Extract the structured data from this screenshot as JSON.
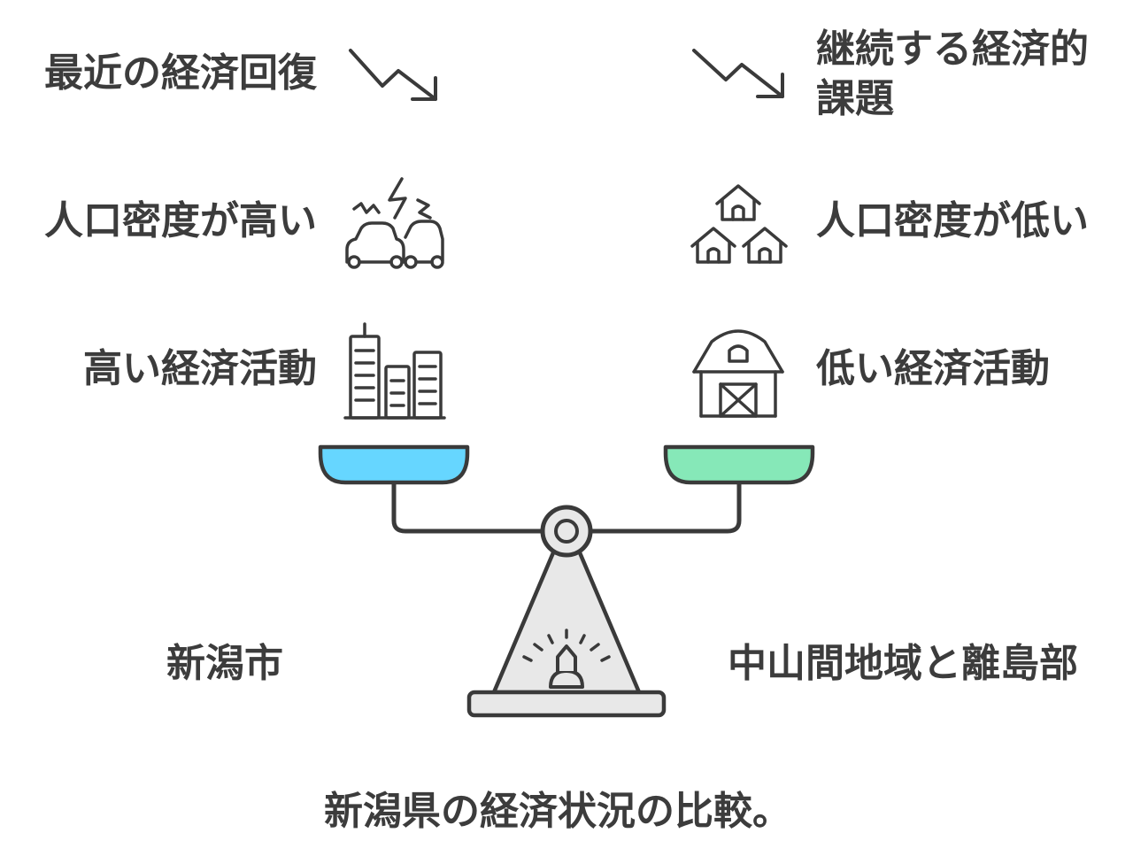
{
  "left": {
    "recovery": "最近の経済回復",
    "density": "人口密度が高い",
    "activity": "高い経済活動",
    "region": "新潟市"
  },
  "right": {
    "challenges_line1": "継続する経済的",
    "challenges_line2": "課題",
    "density": "人口密度が低い",
    "activity": "低い経済活動",
    "region": "中山間地域と離島部"
  },
  "caption": "新潟県の経済状況の比較。",
  "colors": {
    "left_pan": "#66d6ff",
    "right_pan": "#86e8b8",
    "stroke": "#3a3a3a",
    "base_fill": "#e8e8e8"
  },
  "icons": {
    "left_trend": "trend-down-icon",
    "right_trend": "trend-down-icon",
    "left_density": "traffic-jam-icon",
    "right_density": "houses-icon",
    "left_activity": "city-buildings-icon",
    "right_activity": "barn-icon",
    "scale": "balance-scale-icon"
  }
}
